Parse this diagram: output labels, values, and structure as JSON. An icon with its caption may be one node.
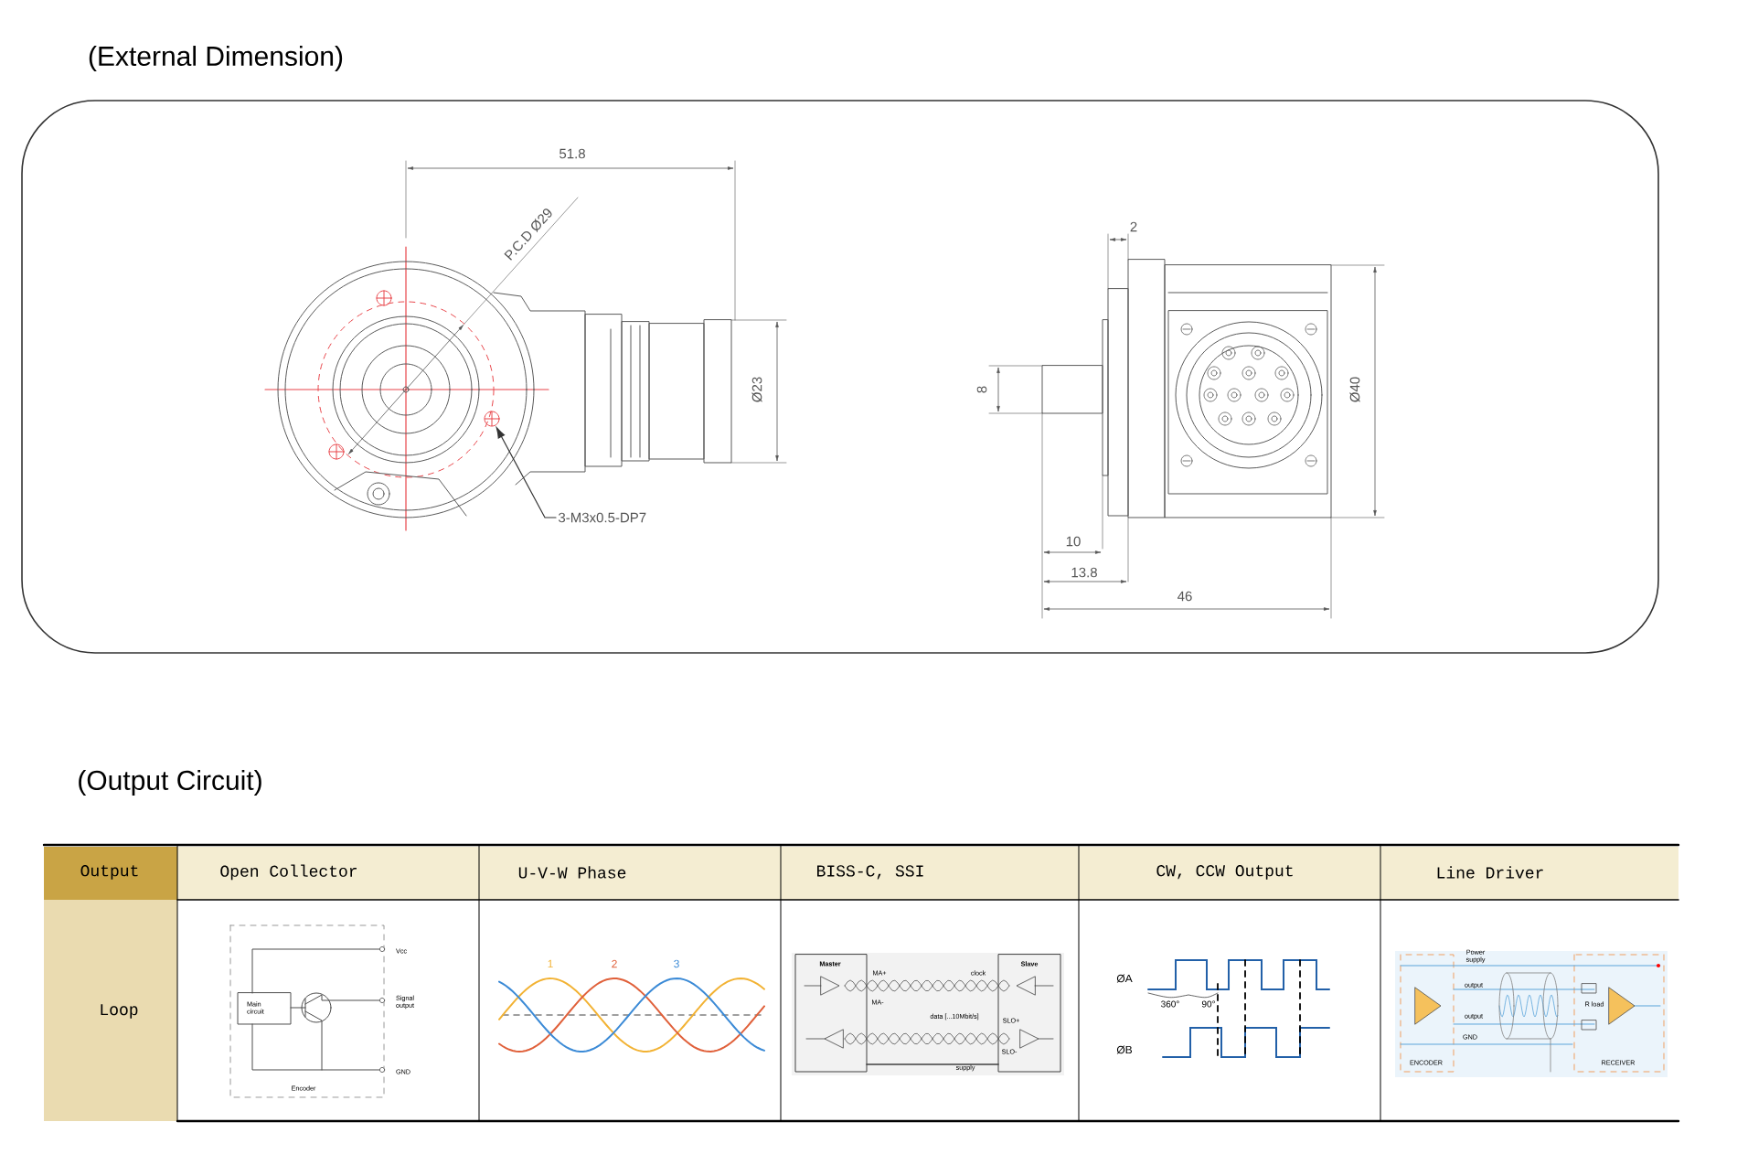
{
  "diagram": {
    "nodes": [
      {
        "text": [
          "3-M3x0.5-DP7"
        ]
      },
      {
        "text": [],
        "shape": "circle"
      }
    ],
    "edges": [
      {
        "from": 0,
        "to": 1,
        "arrow": "to"
      }
    ],
    "labels": [
      "(External Dimension)",
      "51.8",
      "P.C.D Ø29",
      "Ø23",
      "2",
      "8",
      "Ø40",
      "10",
      "13.8",
      "46",
      "(Output Circuit)",
      "Output",
      "Open Collector",
      "U-V-W Phase",
      "BISS-C, SSI",
      "CW, CCW Output",
      "Line Driver",
      "Loop",
      "Vcc",
      "Main circuit",
      "Signal output",
      "GND",
      "Encoder",
      "1",
      "2",
      "3",
      "Master",
      "Slave",
      "MA+",
      "clock",
      "MA-",
      "data [...10Mbit/s]",
      "SLO+",
      "SLO-",
      "supply",
      "ØA",
      "360°",
      "90°",
      "ØB",
      "Power supply",
      "output",
      "output",
      "GND",
      "R load",
      "ENCODER",
      "RECEIVER"
    ]
  }
}
